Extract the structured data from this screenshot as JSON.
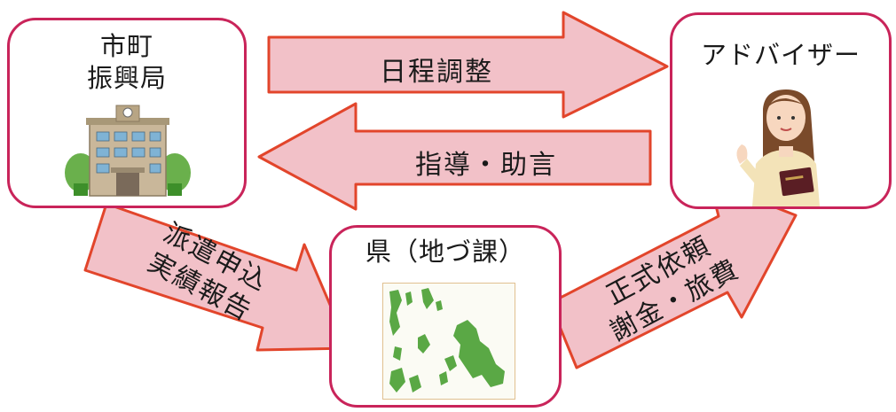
{
  "diagram": {
    "boxes": {
      "municipal": {
        "line1": "市町",
        "line2": "振興局",
        "icon": "office-building-icon"
      },
      "advisor": {
        "title": "アドバイザー",
        "icon": "woman-with-book-icon"
      },
      "prefecture": {
        "title": "県（地づ課）",
        "icon": "prefecture-map-icon"
      }
    },
    "arrows": {
      "schedule": {
        "label": "日程調整"
      },
      "guidance": {
        "label": "指導・助言"
      },
      "dispatch": {
        "line1": "派遣申込",
        "line2": "実績報告"
      },
      "request": {
        "line1": "正式依頼",
        "line2": "謝金・旅費"
      }
    },
    "colors": {
      "box_border": "#c9245a",
      "arrow_fill": "#f2c1c8",
      "arrow_stroke": "#e2452b"
    }
  }
}
